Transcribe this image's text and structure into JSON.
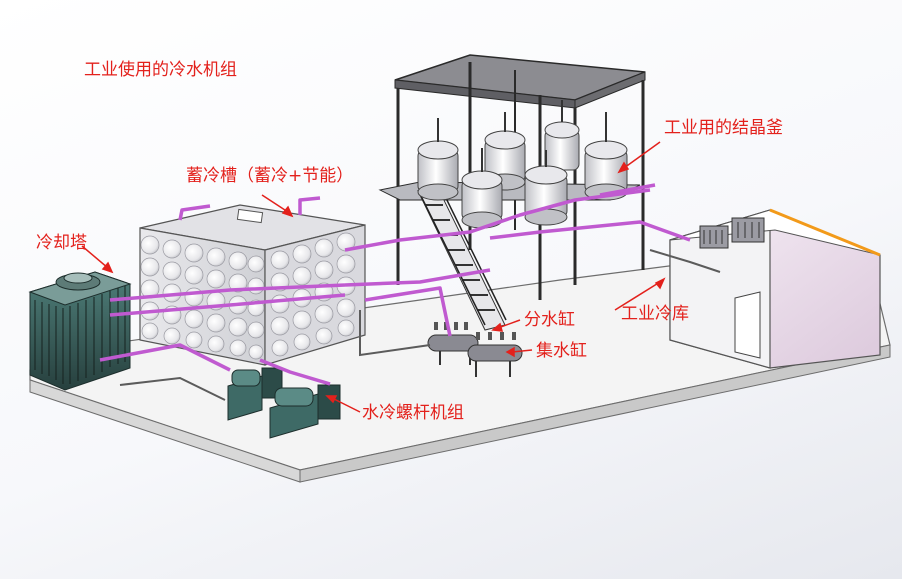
{
  "title": "工业使用的冷水机组",
  "labels": {
    "storage_tank": "蓄冷槽（蓄冷+节能）",
    "cooling_tower": "冷却塔",
    "crystallizer": "工业用的结晶釜",
    "cold_storage": "工业冷库",
    "water_distributor": "分水缸",
    "water_collector": "集水缸",
    "screw_chiller": "水冷螺杆机组"
  },
  "colors": {
    "label_text": "#e3211c",
    "pipe": "#c05ad0",
    "floor": "#f3f3f3",
    "frame": "#2a2a2a"
  }
}
